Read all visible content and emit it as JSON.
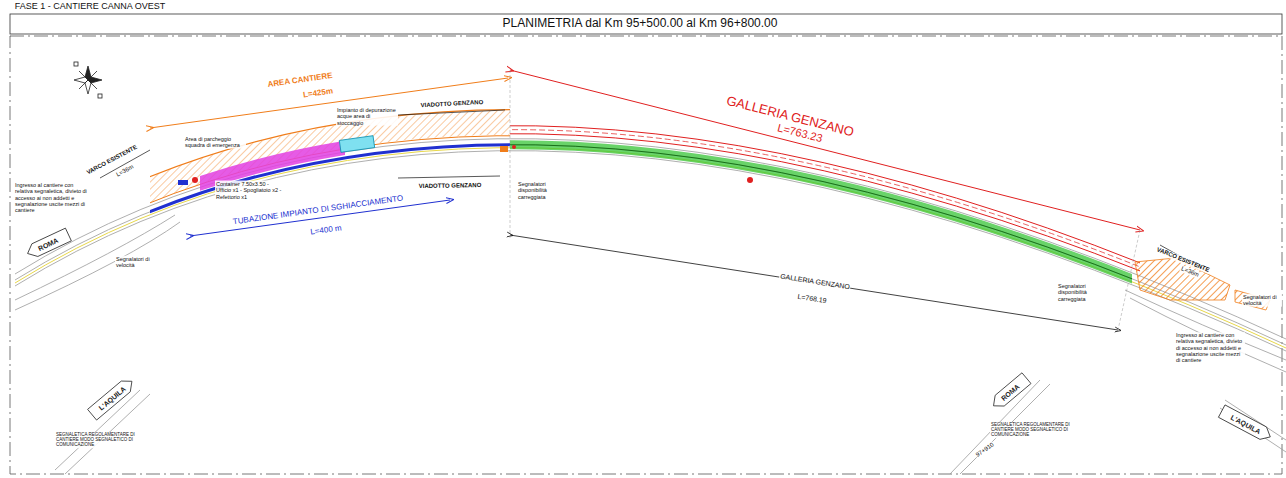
{
  "diagram": {
    "title": "PLANIMETRIA dal Km 95+500.00 al Km 96+800.00",
    "nodes": [
      {
        "text": [
          "ROMA"
        ]
      },
      {
        "text": [
          "L'AQUILA"
        ]
      },
      {
        "text": [
          "ROMA"
        ]
      },
      {
        "text": [
          "L'AQUILA"
        ]
      }
    ],
    "labels": [
      "FASE 1 - CANTIERE CANNA OVEST",
      "AREA CANTIERE",
      "L=425m",
      "Impianto di depurazione acque area di stoccaggio",
      "VIADOTTO GENZANO",
      "VIADOTTO GENZANO",
      "GALLERIA GENZANO",
      "L=763.23",
      "VARCO ESISTENTE",
      "L=36m",
      "Ingresso al cantiere con relativa segnaletica, divieto di accesso ai non addetti e segnalazione uscite mezzi di cantiere",
      "Area di parcheggio squadra di emergenza",
      "Container 7.50x3.50 - Ufficio x1 - Spogliatoio x2 - Refettorio x1",
      "TUBAZIONE IMPIANTO DI SGHIACCIAMENTO",
      "L=400 m",
      "Segnalatori di velocità",
      "Segnalatori disponibilità carreggiata",
      "GALLERIA GENZANO",
      "L=768.19",
      "VARCO ESISTENTE",
      "L=36m",
      "Segnalatori disponibilità carreggiata",
      "Segnalatori di velocità",
      "Ingresso al cantiere con relativa segnaletica, divieto di accesso ai non addetti e segnalazione uscite mezzi di cantiere",
      "SEGNALETICA REGOLAMENTARE DI CANTIERE MODO SEGNALETICO DI COMUNICAZIONE",
      "SEGNALETICA REGOLAMENTARE DI CANTIERE MODO SEGNALETICO DI COMUNICAZIONE",
      "97+910"
    ]
  }
}
